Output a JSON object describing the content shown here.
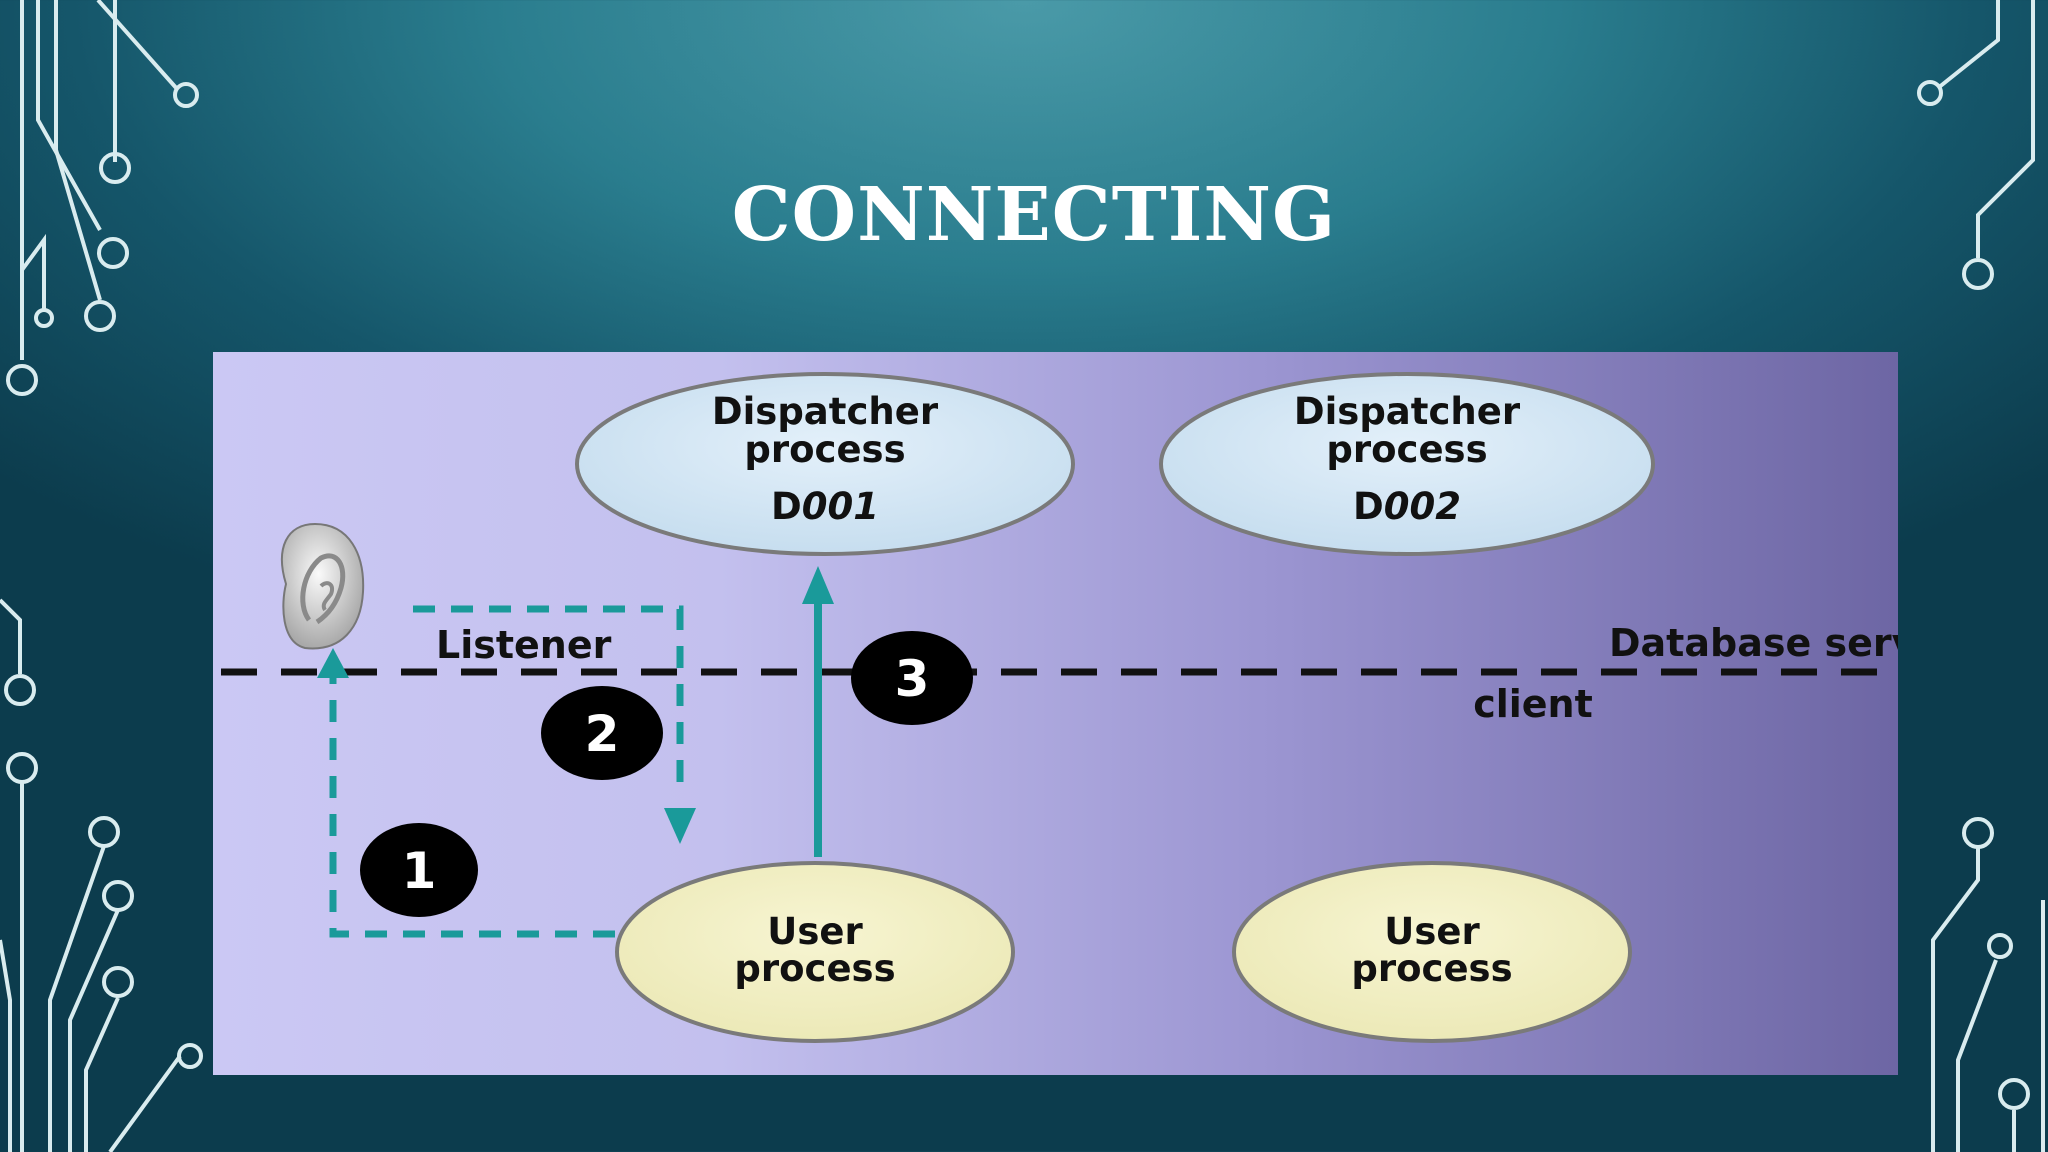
{
  "slide": {
    "title": "CONNECTING"
  },
  "diagram": {
    "dispatchers": [
      {
        "line1": "Dispatcher",
        "line2": "process",
        "id_prefix": "D",
        "id_num": "001"
      },
      {
        "line1": "Dispatcher",
        "line2": "process",
        "id_prefix": "D",
        "id_num": "002"
      }
    ],
    "user_processes": [
      {
        "line1": "User",
        "line2": "process"
      },
      {
        "line1": "User",
        "line2": "process"
      }
    ],
    "listener_label": "Listener",
    "boundary_top_label": "Database server",
    "boundary_bottom_label": "client",
    "steps": [
      "1",
      "2",
      "3"
    ],
    "colors": {
      "arrow": "#1a9a9a",
      "dispatcher_fill": "#cfe4f3",
      "user_fill": "#f1efc1",
      "badge": "#000000",
      "boundary": "#111111"
    }
  }
}
